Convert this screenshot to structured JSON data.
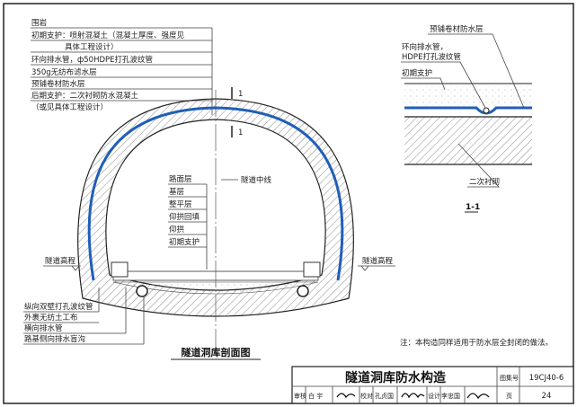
{
  "left_labels": {
    "rock": "围岩",
    "primary_support": "初期支护：喷射混凝土（混凝土厚度、强度见",
    "primary_support_cont": "具体工程设计）",
    "ring_drain": "环向排水管，ф50HDPE打孔波纹管",
    "geotextile": "350g无纺布滤水层",
    "membrane": "预铺卷材防水层",
    "secondary_support": "后期支护：二次衬砌防水混凝土",
    "secondary_support_cont": "（或见具体工程设计）"
  },
  "section_marker": "1",
  "centerline_label": "隧道中线",
  "pavement_labels": [
    "路面层",
    "基层",
    "整平层",
    "仰拱回填",
    "仰拱",
    "初期支护"
  ],
  "elevation_label_left": "隧道高程",
  "elevation_label_right": "隧道高程",
  "bottom_labels": [
    "纵向双壁打孔波纹管",
    "外裹无纺土工布",
    "横向排水管",
    "路基侧向排水盲沟"
  ],
  "main_caption": "隧道洞库剖面图",
  "detail": {
    "membrane": "预铺卷材防水层",
    "ring_drain_1": "环向排水管，",
    "ring_drain_2": "HDPE打孔波纹管",
    "primary_support": "初期支护",
    "secondary_lining": "二次衬砌",
    "caption": "1-1"
  },
  "note": "注：本构造同样适用于防水层全封闭的做法。",
  "title_block": {
    "title": "隧道洞库防水构造",
    "atlas_label": "图集号",
    "atlas_no": "19CJ40-6",
    "review_label": "审核",
    "reviewer": "白 宇",
    "check_label": "校对",
    "checker": "孔贞国",
    "design_label": "设计",
    "designer": "李忠国",
    "page_label": "页",
    "page_no": "24"
  },
  "colors": {
    "waterproof": "#1f5fb8",
    "line": "#333333"
  }
}
